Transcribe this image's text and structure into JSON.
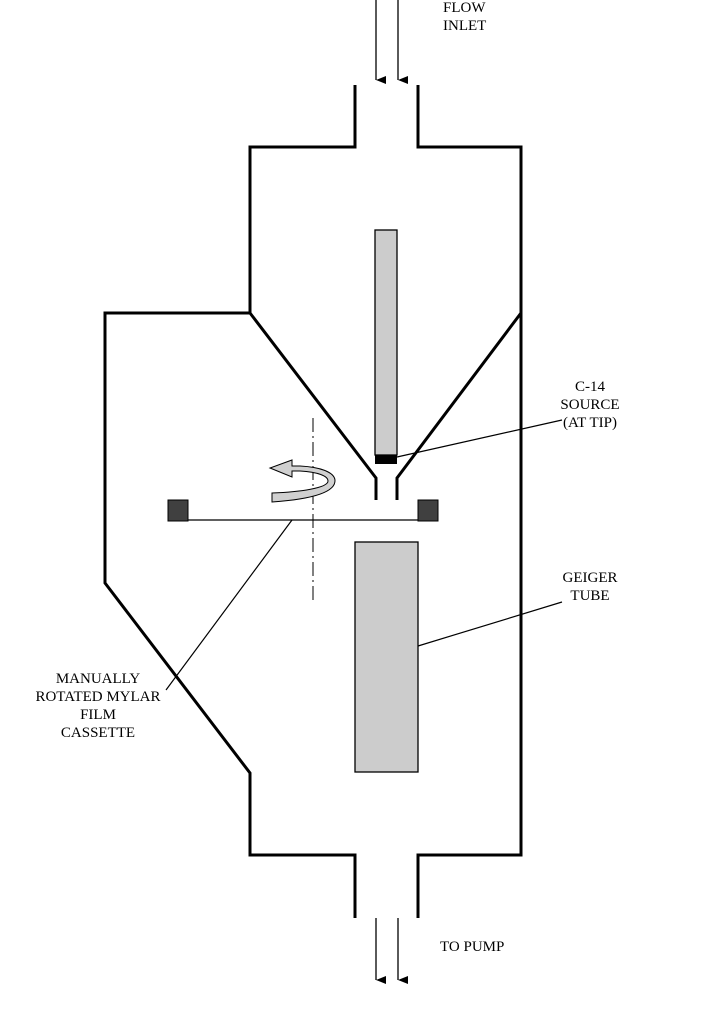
{
  "labels": {
    "flow_inlet": [
      "FLOW",
      "INLET"
    ],
    "source": [
      "C-14",
      "SOURCE",
      "(AT TIP)"
    ],
    "geiger": [
      "GEIGER",
      "TUBE"
    ],
    "cassette": [
      "MANUALLY",
      "ROTATED MYLAR",
      "FILM",
      "CASSETTE"
    ],
    "to_pump": "TO PUMP"
  },
  "colors": {
    "wall": "#000000",
    "rod_fill": "#cccccc",
    "tube_fill": "#cccccc",
    "cassette_block": "#404040",
    "source_tip": "#000000"
  }
}
